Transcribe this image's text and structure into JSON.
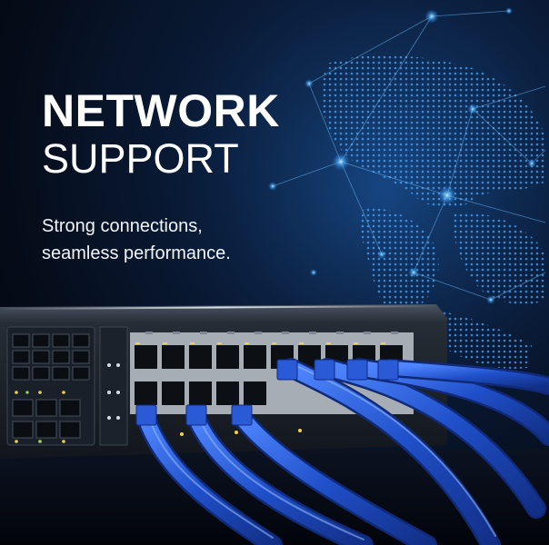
{
  "heading": {
    "line1": "NETWORK",
    "line2": "SUPPORT"
  },
  "tagline": {
    "line1": "Strong connections,",
    "line2": "seamless performance."
  },
  "colors": {
    "background": "#050c18",
    "accent_glow": "#3fa9ff",
    "cable_blue": "#1f4fc8",
    "port_led_yellow": "#f4d23a",
    "port_led_green": "#9be04a"
  },
  "icons": [
    "globe-map-graphic",
    "network-switch-graphic",
    "ethernet-cable-graphic"
  ]
}
